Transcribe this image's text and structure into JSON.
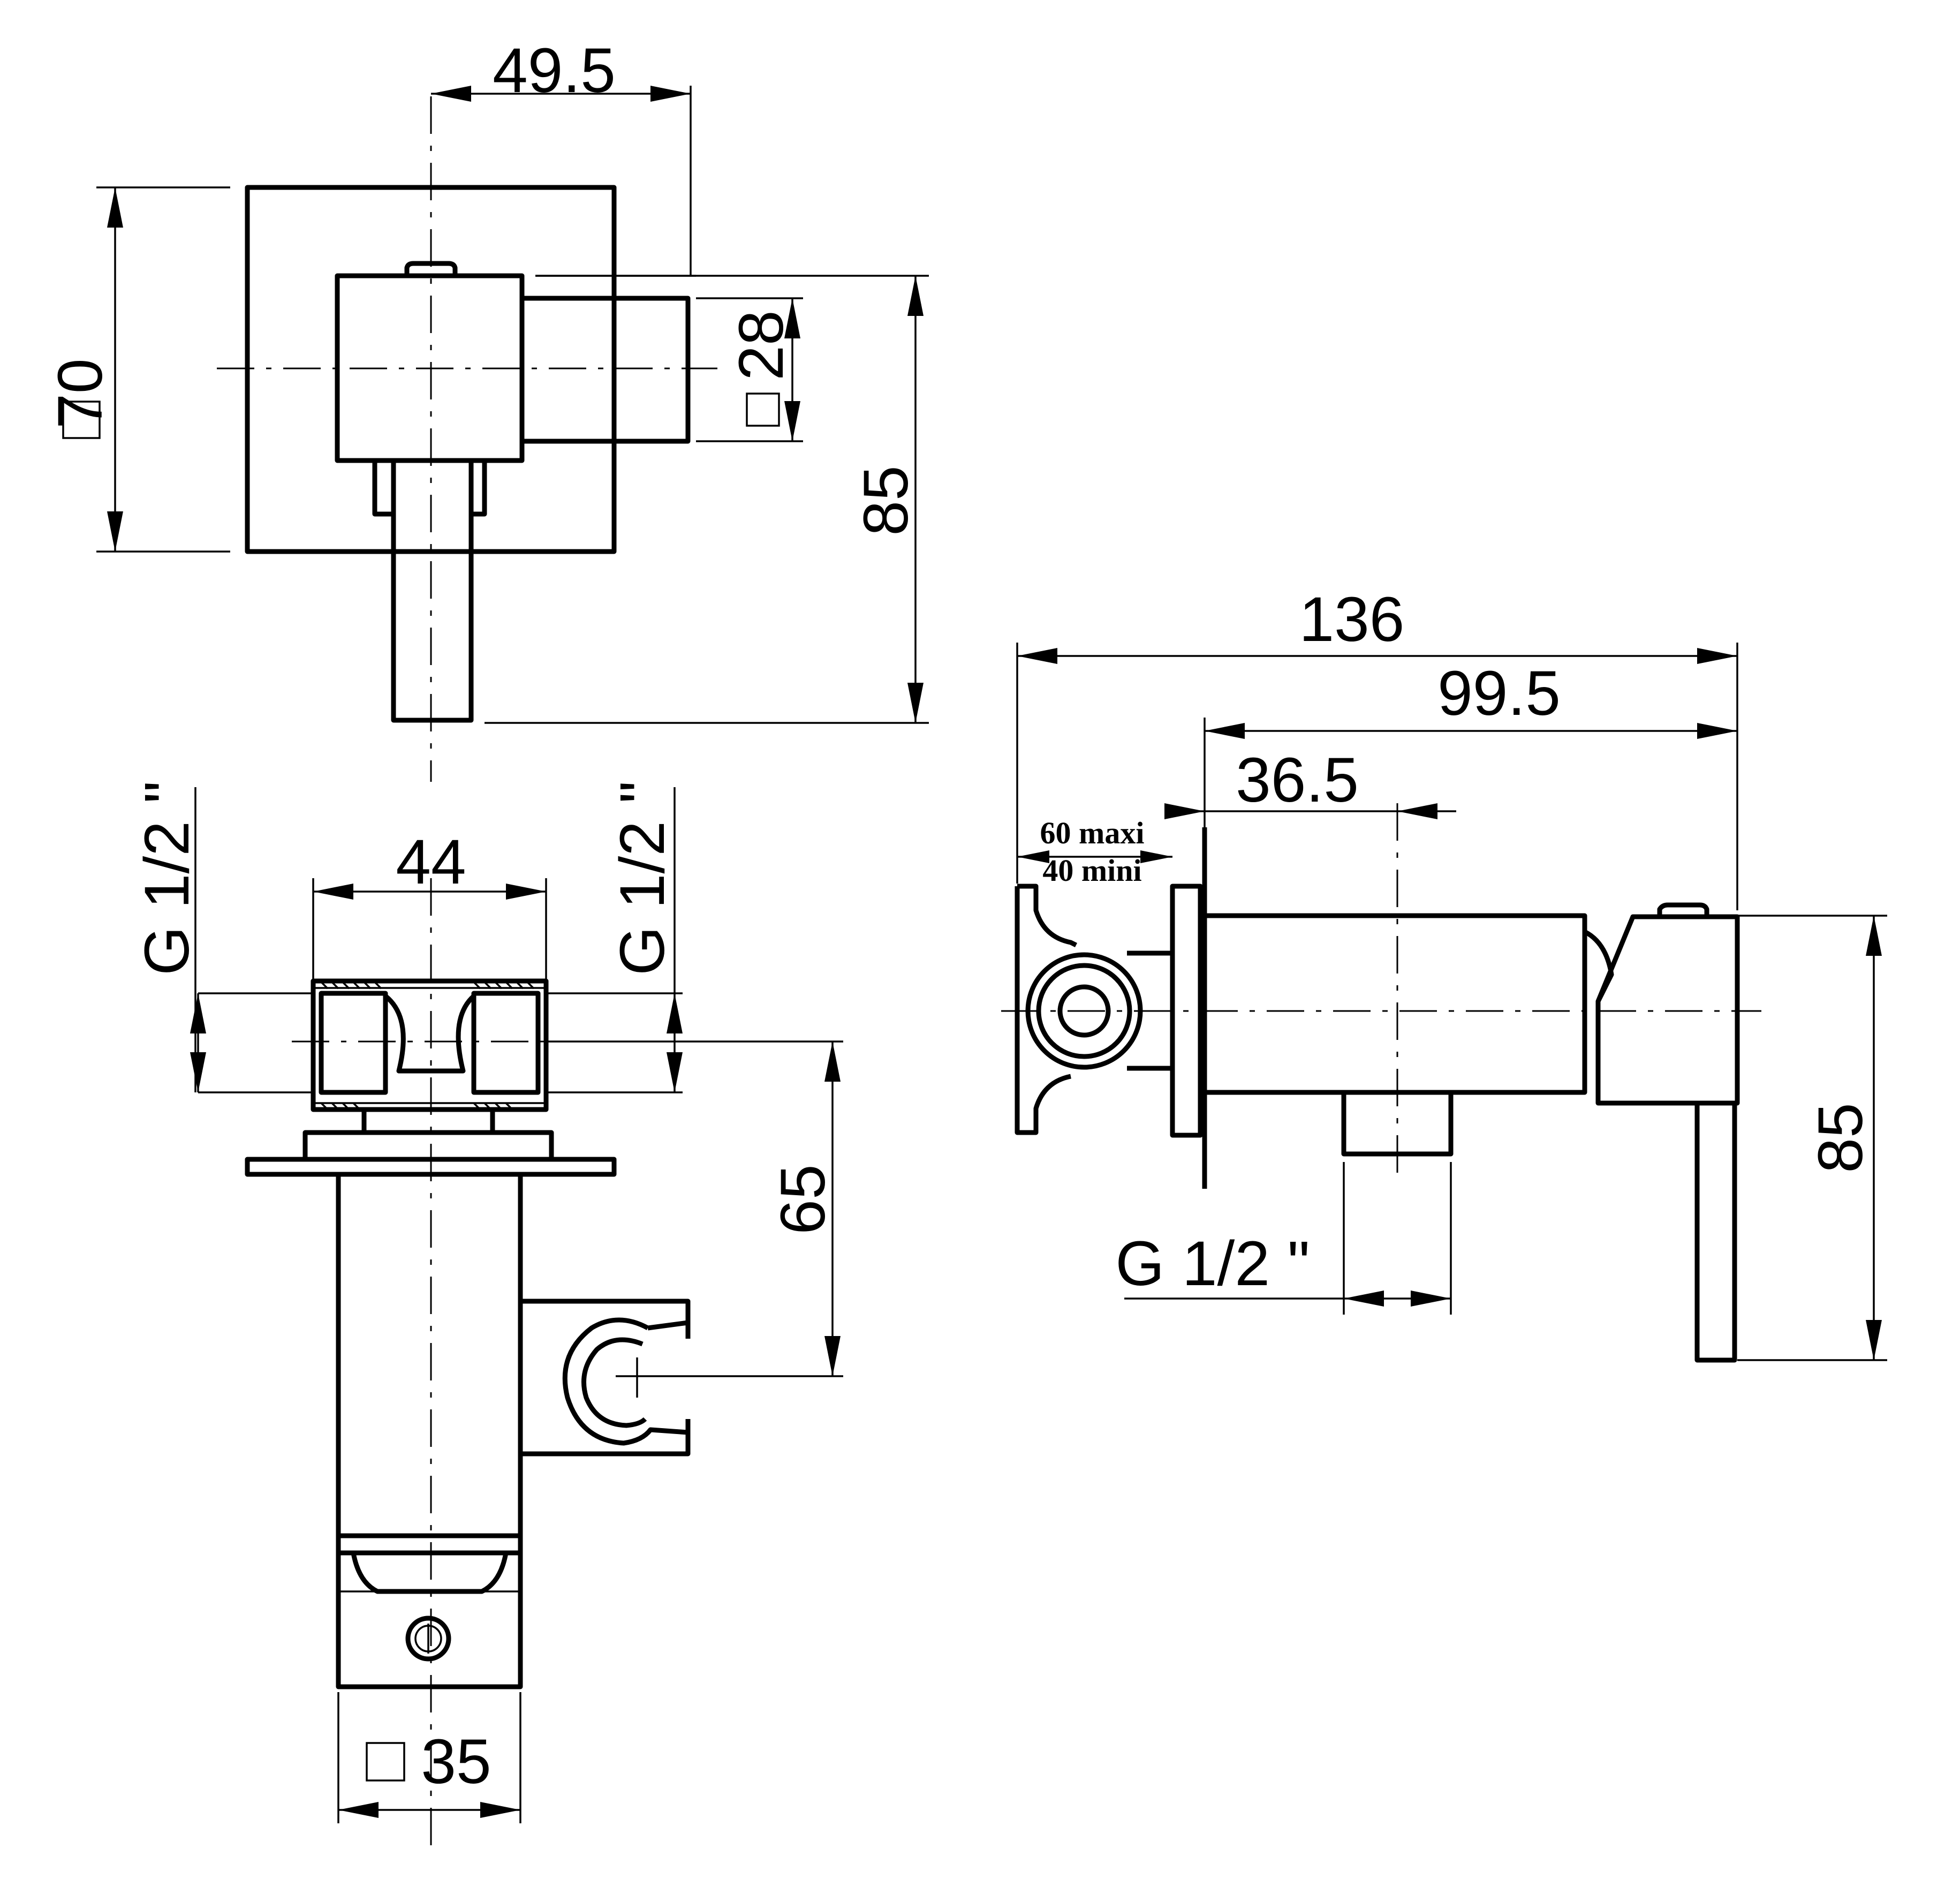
{
  "colors": {
    "line": "#000000",
    "background": "#ffffff"
  },
  "top_view": {
    "width_49_5": "49.5",
    "plate_70": "70",
    "body_28": "28",
    "height_85": "85"
  },
  "front_view": {
    "inlet_left": "G 1/2 \"",
    "inlet_right": "G 1/2 \"",
    "between_44": "44",
    "height_65": "65",
    "body_35": "35"
  },
  "side_view": {
    "total_136": "136",
    "depth_99_5": "99.5",
    "offset_36_5": "36.5",
    "wall_max": "60 maxi",
    "wall_min": "40 mini",
    "outlet": "G 1/2 \"",
    "height_85": "85"
  },
  "icons": [
    "square-symbol-icon",
    "arrowhead-icon"
  ]
}
